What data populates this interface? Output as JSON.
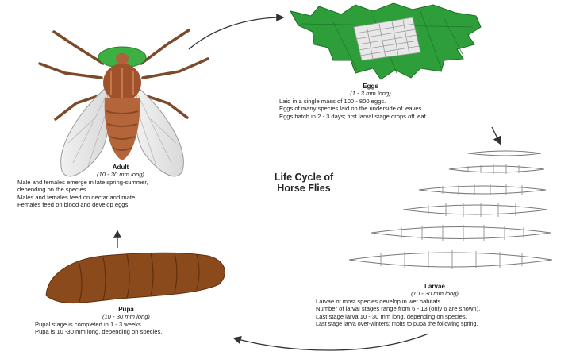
{
  "title": {
    "line1": "Life Cycle of",
    "line2": "Horse Flies"
  },
  "stages": {
    "eggs": {
      "name": "Eggs",
      "size": "(1 - 3 mm long)",
      "lines": [
        "Laid in a single mass of 100 - 800 eggs.",
        "Eggs of many species laid on the underside of leaves.",
        "Eggs hatch in 2 - 3 days; first larval stage drops off leaf."
      ]
    },
    "larvae": {
      "name": "Larvae",
      "size": "(10 - 30 mm long)",
      "lines": [
        "Larvae of most species develop in wet habitats.",
        "Number of larval stages range from 6 - 13 (only 6 are shown).",
        "Last stage larva 10 - 30 mm long, depending on species.",
        "Last stage larva over-winters; molts to pupa the following spring."
      ]
    },
    "pupa": {
      "name": "Pupa",
      "size": "(10 - 30 mm long)",
      "lines": [
        "Pupal stage is completed in 1 - 3 weeks.",
        "Pupa is 10 -30 mm long, depending on species."
      ]
    },
    "adult": {
      "name": "Adult",
      "size": "(10 - 30 mm long)",
      "lines": [
        "Male and females emerge in late spring-summer,",
        "depending on the species.",
        "Males and females feed on nectar and mate.",
        "Females feed on blood and develop eggs."
      ]
    }
  },
  "colors": {
    "leaf": "#2e9e3a",
    "fly_body": "#a0522d",
    "fly_eyes": "#3cb043",
    "pupa": "#8b4a1c",
    "arrow": "#333333"
  },
  "icons": [
    "horse-fly-adult-illustration",
    "leaf-with-eggs-illustration",
    "larva-illustration",
    "pupa-illustration"
  ]
}
